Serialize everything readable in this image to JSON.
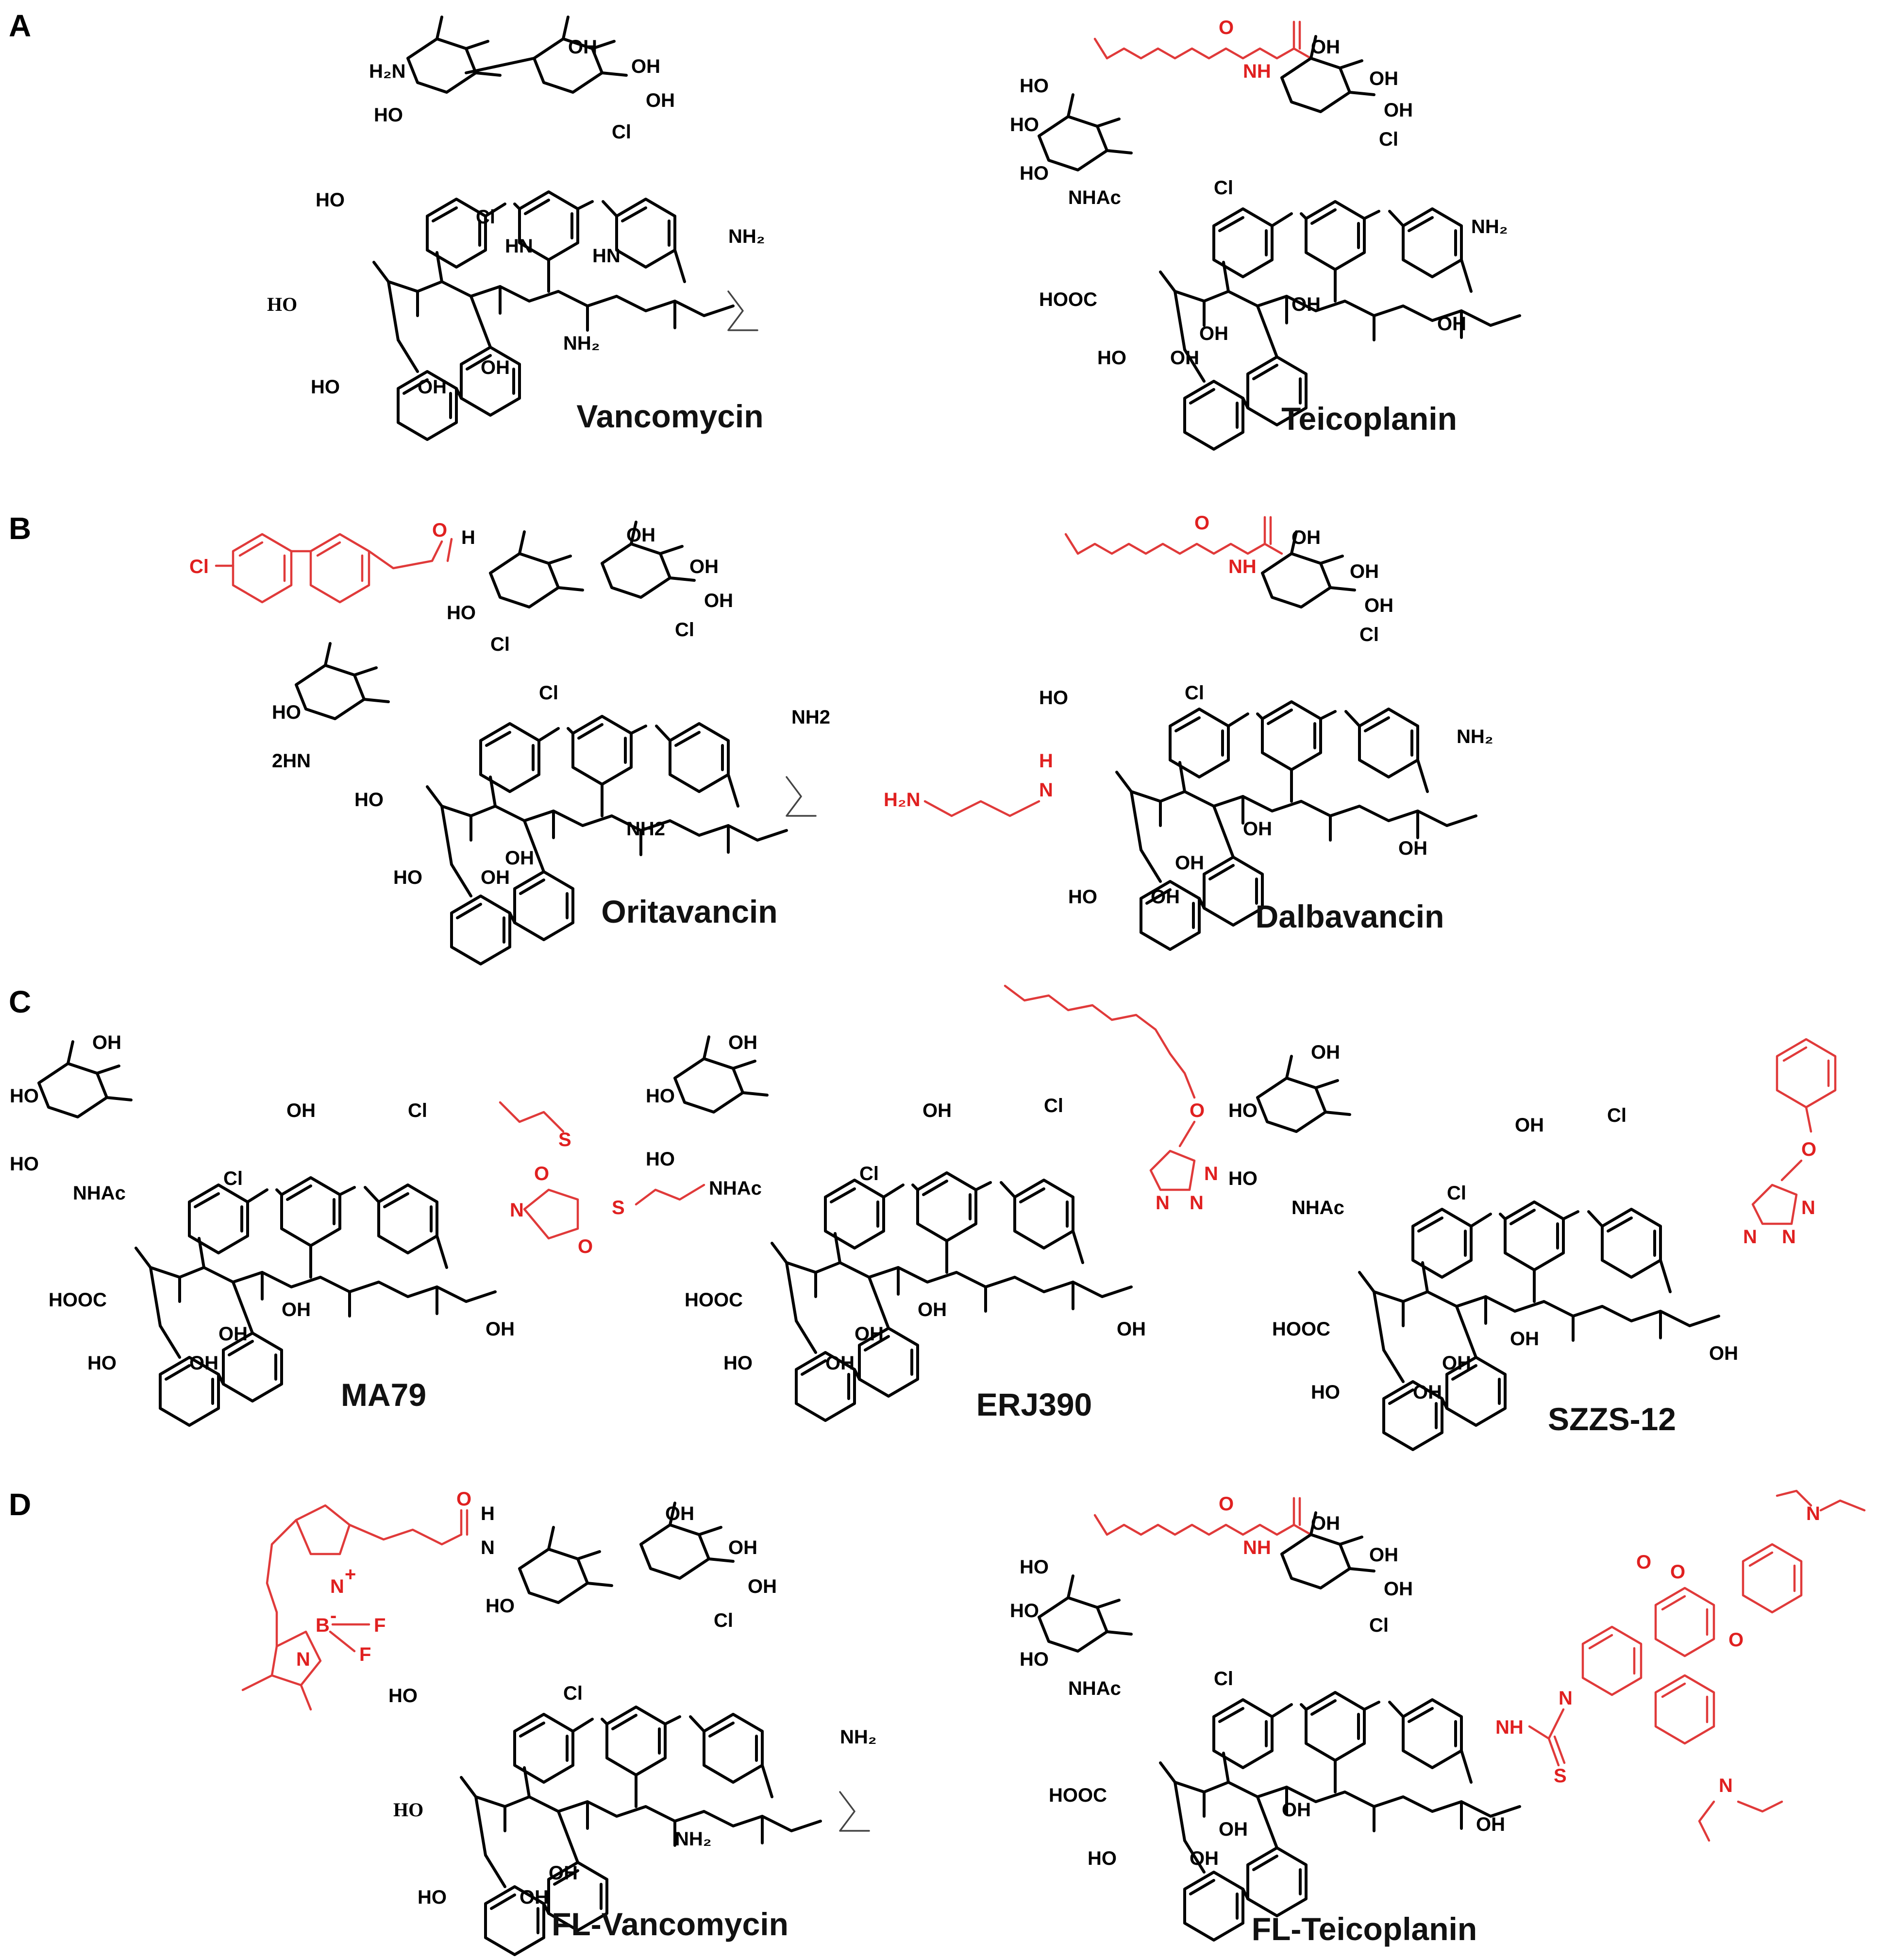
{
  "colors": {
    "skeleton": "#000000",
    "modification": "#e03a3a",
    "background": "#ffffff"
  },
  "panels": [
    {
      "letter": "A",
      "compounds": [
        "Vancomycin",
        "Teicoplanin"
      ]
    },
    {
      "letter": "B",
      "compounds": [
        "Oritavancin",
        "Dalbavancin"
      ]
    },
    {
      "letter": "C",
      "compounds": [
        "MA79",
        "ERJ390",
        "SZZS-12"
      ]
    },
    {
      "letter": "D",
      "compounds": [
        "FL-Vancomycin",
        "FL-Teicoplanin"
      ]
    }
  ],
  "atom_labels": {
    "OH": "OH",
    "HO": "HO",
    "H2N": "H₂N",
    "NH2": "NH₂",
    "NH2_plain": "NH2",
    "twoHN": "2HN",
    "Cl": "Cl",
    "O": "O",
    "N": "N",
    "H": "H",
    "HN": "HN",
    "NH": "NH",
    "NHAc": "NHAc",
    "HOOC": "HOOC",
    "S": "S",
    "F": "F",
    "B": "B",
    "Nplus": "N",
    "plus": "+",
    "minus": "-"
  }
}
